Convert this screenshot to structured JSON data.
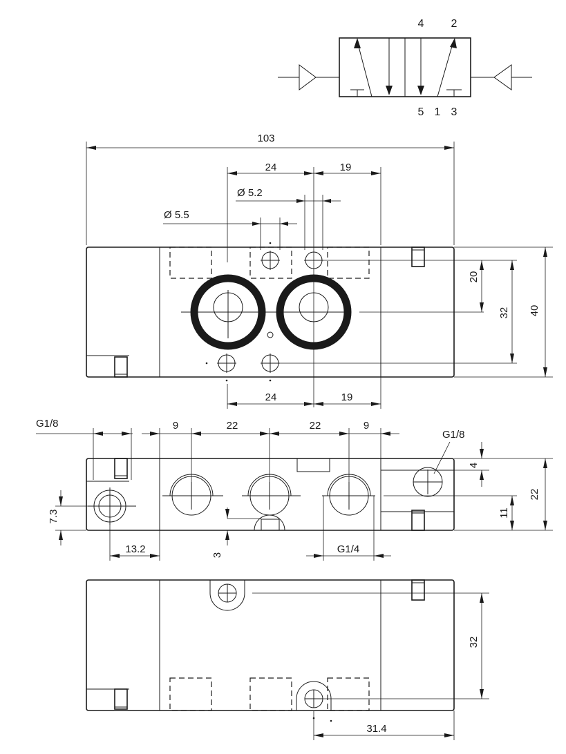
{
  "symbol": {
    "ports_top": [
      "4",
      "2"
    ],
    "ports_bottom": [
      "5",
      "1",
      "3"
    ]
  },
  "top_view": {
    "overall_width": "103",
    "pitch_left": "24",
    "pitch_right": "19",
    "dia_small": "Ø 5.2",
    "dia_large": "Ø 5.5",
    "height_20": "20",
    "height_32": "32",
    "height_40": "40",
    "bottom_pitch_left": "24",
    "bottom_pitch_right": "19"
  },
  "side_view": {
    "pilot_port_left": "G1/8",
    "pitch_9_left": "9",
    "pitch_22_left": "22",
    "pitch_22_right": "22",
    "pitch_9_right": "9",
    "pilot_port_right": "G1/8",
    "dim_4": "4",
    "dim_22": "22",
    "dim_11": "11",
    "dim_7_3": "7.3",
    "dim_13_2": "13.2",
    "dim_3": "3",
    "work_port": "G1/4"
  },
  "bottom_view": {
    "dim_32": "32",
    "dim_31_4": "31.4"
  }
}
